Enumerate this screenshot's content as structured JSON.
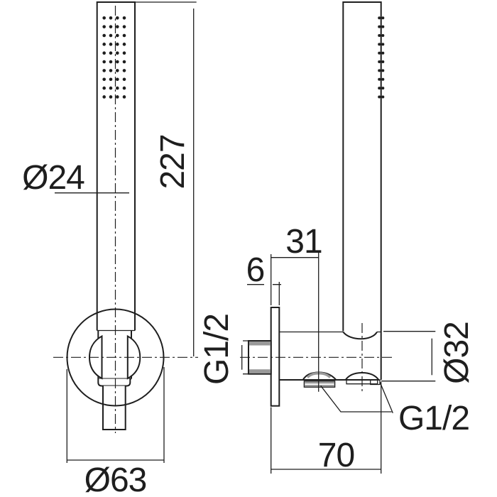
{
  "drawing": {
    "type": "technical-dimension-drawing",
    "subject": "hand-shower with wall holder and elbow connection, front and side views",
    "colors": {
      "line": "#1e1e1e",
      "thread_fill": "#999999",
      "background": "#ffffff"
    },
    "labels": {
      "head_diameter": "Ø24",
      "head_length": "227",
      "holder_diameter": "Ø63",
      "inlet_thread": "G1/2",
      "plate_thickness": "6",
      "outlet_offset": "31",
      "body_diameter": "Ø32",
      "outlet_thread": "G1/2",
      "projection": "70"
    }
  }
}
